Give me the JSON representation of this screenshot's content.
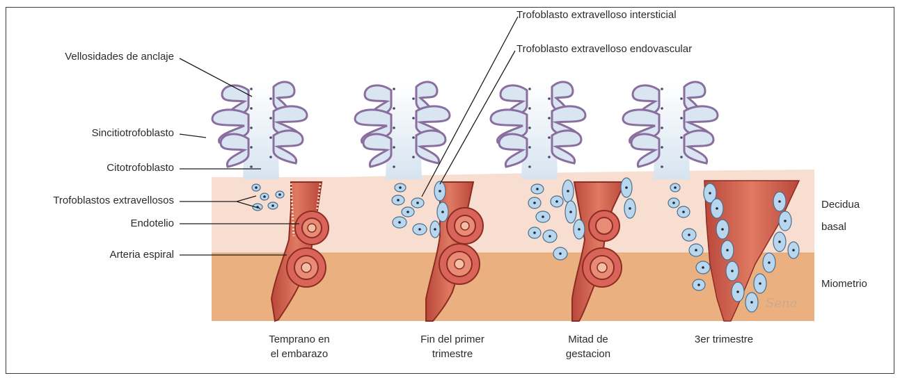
{
  "labels": {
    "vellosidades": "Vellosidades de anclaje",
    "sincitio": "Sincitiotrofoblasto",
    "citotrofo": "Citotrofoblasto",
    "extravellosos": "Trofoblastos extravellosos",
    "endotelio": "Endotelio",
    "arteria": "Arteria espiral",
    "intersticial": "Trofoblasto extravelloso intersticial",
    "endovascular": "Trofoblasto extravelloso endovascular",
    "decidua_line1": "Decidua",
    "decidua_line2": "basal",
    "miometrio": "Miometrio",
    "signature": "Sena"
  },
  "stages": [
    {
      "line1": "Temprano en",
      "line2": "el embarazo"
    },
    {
      "line1": "Fin del primer",
      "line2": "trimestre"
    },
    {
      "line1": "Mitad de",
      "line2": "gestacion"
    },
    {
      "line1": "3er trimestre",
      "line2": ""
    }
  ],
  "colors": {
    "decidua": "#f8ddd1",
    "myometrium": "#ebb07f",
    "artery": "#c9574a",
    "artery_dark": "#8e2b22",
    "villus": "#d9e6f2",
    "syncytio": "#8a6f9e",
    "trophoblast_cell": "#b8d6ee",
    "nucleus": "#1f2a3a"
  }
}
